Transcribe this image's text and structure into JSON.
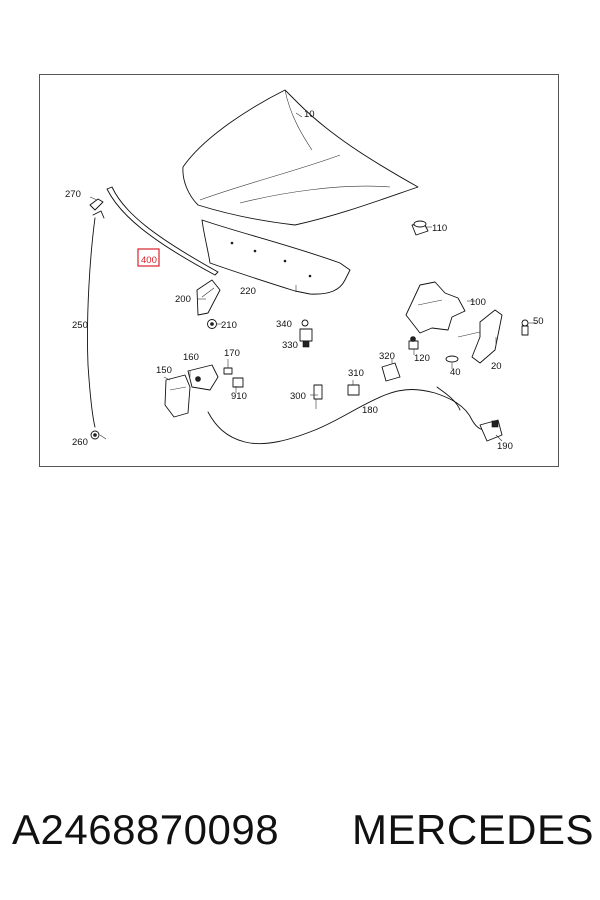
{
  "diagram": {
    "callouts": {
      "c10": "10",
      "c110": "110",
      "c270": "270",
      "c400": "400",
      "c220": "220",
      "c100": "100",
      "c200": "200",
      "c210": "210",
      "c250": "250",
      "c340": "340",
      "c330": "330",
      "c50": "50",
      "c320": "320",
      "c120": "120",
      "c40": "40",
      "c20": "20",
      "c160": "160",
      "c170": "170",
      "c150": "150",
      "c310": "310",
      "c910": "910",
      "c300": "300",
      "c180": "180",
      "c260": "260",
      "c190": "190"
    },
    "highlight_color": "#d9232b"
  },
  "caption": {
    "part_number": "A2468870098",
    "brand": "MERCEDES"
  }
}
